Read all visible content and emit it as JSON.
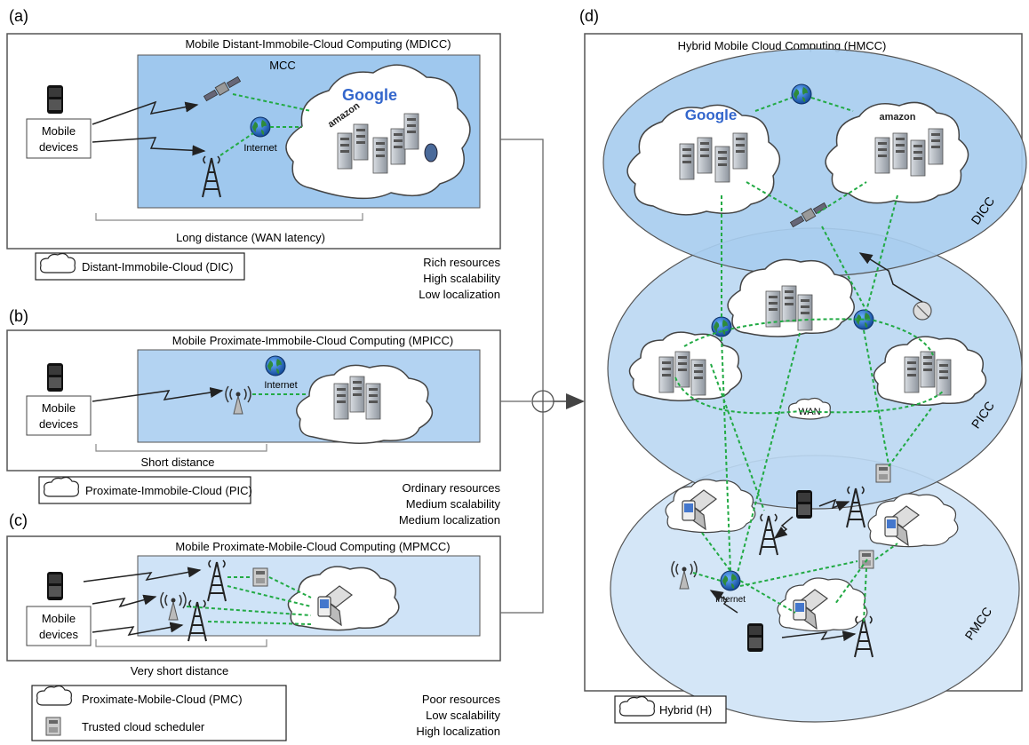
{
  "panel_a": {
    "letter": "(a)",
    "title": "Mobile Distant-Immobile-Cloud Computing (MDICC)",
    "inner_label": "MCC",
    "device_label_1": "Mobile",
    "device_label_2": "devices",
    "internet_label": "Internet",
    "distance_label": "Long distance (WAN latency)",
    "legend_label": "Distant-Immobile-Cloud (DIC)",
    "google_label": "Google",
    "amazon_label": "amazon",
    "properties": [
      "Rich resources",
      "High scalability",
      "Low localization"
    ]
  },
  "panel_b": {
    "letter": "(b)",
    "title": "Mobile Proximate-Immobile-Cloud Computing (MPICC)",
    "device_label_1": "Mobile",
    "device_label_2": "devices",
    "internet_label": "Internet",
    "distance_label": "Short distance",
    "legend_label": "Proximate-Immobile-Cloud (PIC)",
    "properties": [
      "Ordinary resources",
      "Medium scalability",
      "Medium localization"
    ]
  },
  "panel_c": {
    "letter": "(c)",
    "title": "Mobile Proximate-Mobile-Cloud Computing (MPMCC)",
    "device_label_1": "Mobile",
    "device_label_2": "devices",
    "distance_label": "Very short distance",
    "legend_label_1": "Proximate-Mobile-Cloud (PMC)",
    "legend_label_2": "Trusted cloud scheduler",
    "properties": [
      "Poor resources",
      "Low scalability",
      "High localization"
    ]
  },
  "panel_d": {
    "letter": "(d)",
    "title": "Hybrid Mobile Cloud Computing (HMCC)",
    "layer_top": "DICC",
    "layer_mid": "PICC",
    "layer_bottom": "PMCC",
    "wan_label": "WAN",
    "internet_label": "Internet",
    "google_label": "Google",
    "amazon_label": "amazon",
    "legend_label": "Hybrid (H)"
  },
  "colors": {
    "mcc_blue": "#9fc8ee",
    "pic_blue": "#b3d3f2",
    "pmc_blue": "#cfe3f7",
    "dicc_ellipse": "#a8cdef",
    "picc_ellipse": "#bcd8f2",
    "pmcc_ellipse": "#d4e6f7",
    "link_green": "#22aa44",
    "border": "#555555"
  }
}
